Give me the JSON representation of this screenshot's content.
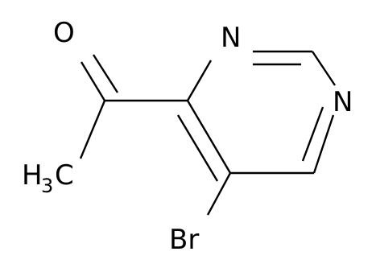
{
  "atoms": {
    "oxygen": "O",
    "nitrogen_1": "N",
    "nitrogen_3": "N",
    "methyl_h": "H",
    "methyl_sub": "3",
    "methyl_c": "C",
    "bromine": "Br"
  }
}
